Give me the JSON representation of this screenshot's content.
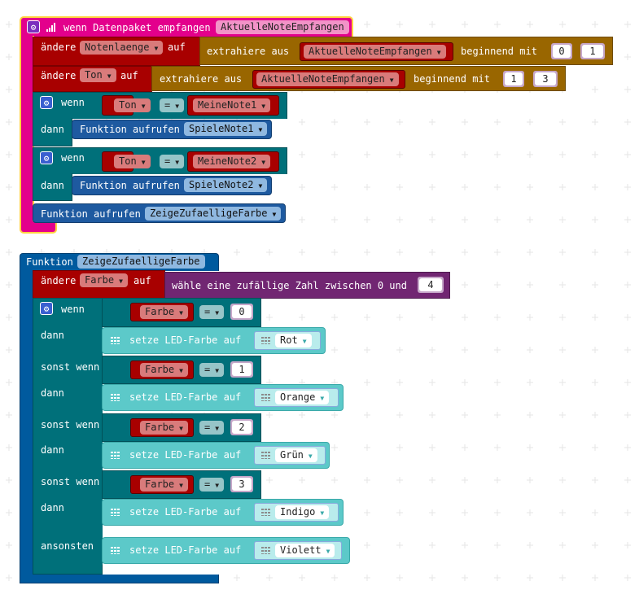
{
  "event_block": {
    "label": "wenn Datenpaket empfangen",
    "param": "AktuelleNoteEmpfangen"
  },
  "set1": {
    "label": "ändere",
    "var": "Notenlaenge",
    "to": "auf",
    "extract": "extrahiere aus",
    "source": "AktuelleNoteEmpfangen",
    "start_label": "beginnend mit",
    "start": "0",
    "length": "1"
  },
  "set2": {
    "label": "ändere",
    "var": "Ton",
    "to": "auf",
    "extract": "extrahiere aus",
    "source": "AktuelleNoteEmpfangen",
    "start_label": "beginnend mit",
    "start": "1",
    "length": "3"
  },
  "if1": {
    "if": "wenn",
    "left": "Ton",
    "op": "=",
    "right": "MeineNote1",
    "then": "dann",
    "call": "Funktion aufrufen",
    "func": "SpieleNote1"
  },
  "if2": {
    "if": "wenn",
    "left": "Ton",
    "op": "=",
    "right": "MeineNote2",
    "then": "dann",
    "call": "Funktion aufrufen",
    "func": "SpieleNote2"
  },
  "call3": {
    "call": "Funktion aufrufen",
    "func": "ZeigeZufaelligeFarbe"
  },
  "function_block": {
    "label": "Funktion",
    "name": "ZeigeZufaelligeFarbe"
  },
  "set3": {
    "label": "ändere",
    "var": "Farbe",
    "to": "auf",
    "random": "wähle eine zufällige Zahl zwischen 0 und",
    "max": "4"
  },
  "ifchain": {
    "if": "wenn",
    "elseif": "sonst wenn",
    "then": "dann",
    "else": "ansonsten",
    "set_led": "setze LED-Farbe auf",
    "branches": [
      {
        "var": "Farbe",
        "op": "=",
        "value": "0",
        "color": "Rot"
      },
      {
        "var": "Farbe",
        "op": "=",
        "value": "1",
        "color": "Orange"
      },
      {
        "var": "Farbe",
        "op": "=",
        "value": "2",
        "color": "Grün"
      },
      {
        "var": "Farbe",
        "op": "=",
        "value": "3",
        "color": "Indigo"
      }
    ],
    "else_color": "Violett"
  },
  "dropdown_arrow": "▼",
  "gear_icon": "⚙"
}
